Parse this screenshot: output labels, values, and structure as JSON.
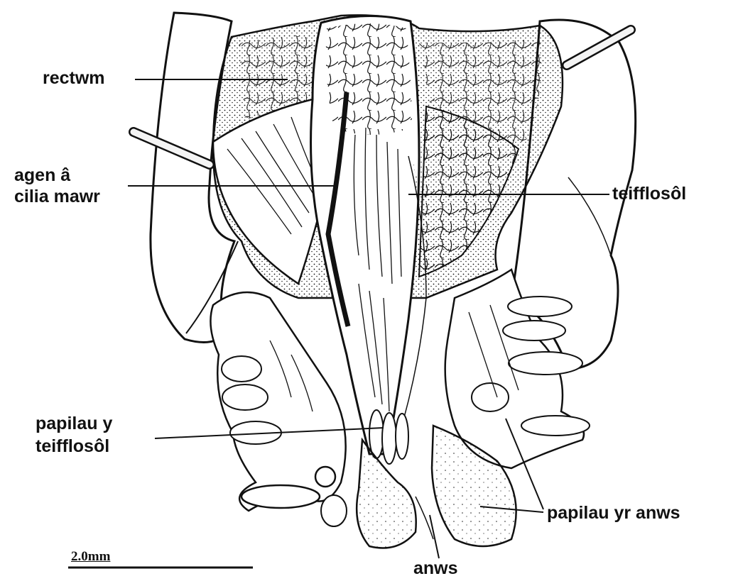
{
  "labels": {
    "rectum": "rectwm",
    "vane_line1": "agen â",
    "vane_line2": "cilia mawr",
    "phallosome": "teifflosôl",
    "phallosome_papillae_line1": "papilau y",
    "phallosome_papillae_line2": "teifflosôl",
    "anal_papillae": "papilau yr anws",
    "anus": "anws"
  },
  "scale_bar": {
    "label": "2.0mm"
  },
  "colors": {
    "ink": "#111111",
    "background": "#ffffff",
    "pin": "#f4f4f4"
  }
}
